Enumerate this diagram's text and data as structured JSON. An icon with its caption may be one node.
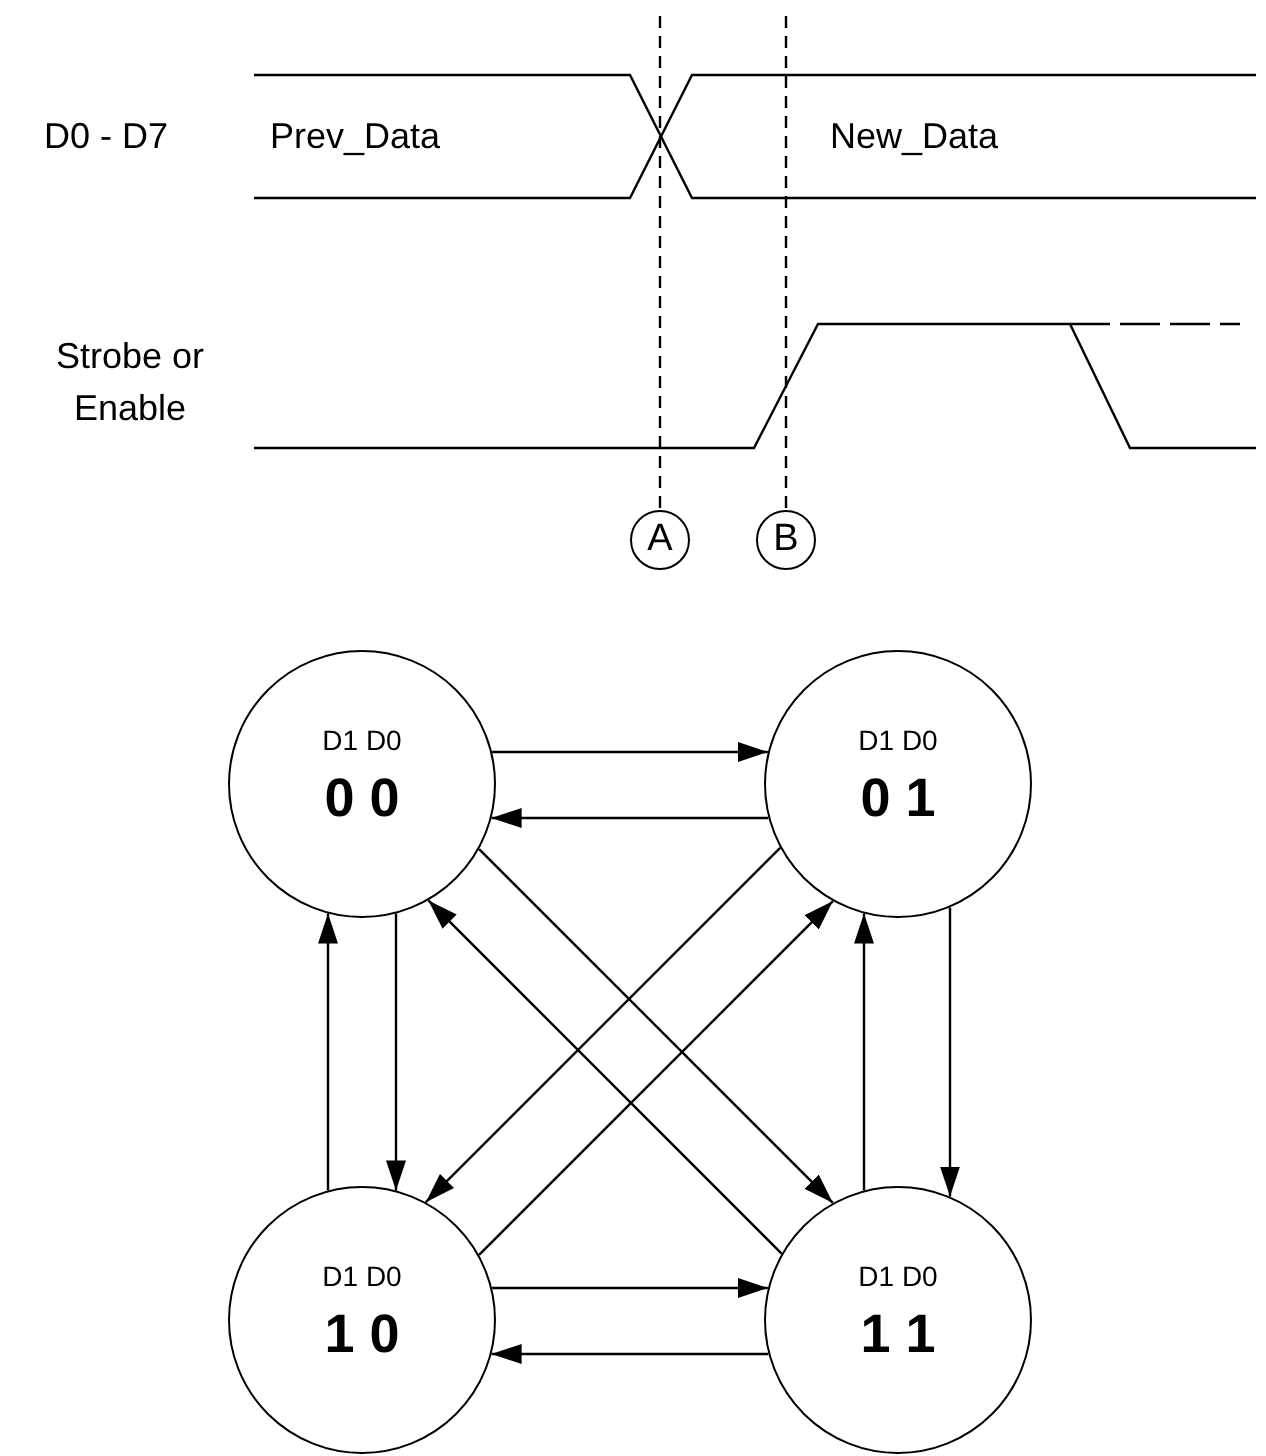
{
  "diagram": {
    "nodes": [
      {
        "text": [
          "A"
        ]
      },
      {
        "text": [
          "B"
        ]
      },
      {
        "text": [
          "D1 D0",
          "0 0"
        ]
      },
      {
        "text": [
          "D1 D0",
          "0 1"
        ]
      },
      {
        "text": [
          "D1 D0",
          "1 0"
        ]
      },
      {
        "text": [
          "D1 D0",
          "1 1"
        ]
      }
    ],
    "edges": [
      {
        "from": null,
        "to": 0,
        "arrow": "none",
        "style": "dashed"
      },
      {
        "from": null,
        "to": 1,
        "arrow": "none",
        "style": "dashed"
      },
      {
        "from": 2,
        "to": 3,
        "arrow": "to"
      },
      {
        "from": 3,
        "to": 2,
        "arrow": "to"
      },
      {
        "from": 2,
        "to": 4,
        "arrow": "to"
      },
      {
        "from": 4,
        "to": 2,
        "arrow": "to"
      },
      {
        "from": 3,
        "to": 5,
        "arrow": "to"
      },
      {
        "from": 5,
        "to": 3,
        "arrow": "to"
      },
      {
        "from": 4,
        "to": 5,
        "arrow": "to"
      },
      {
        "from": 5,
        "to": 4,
        "arrow": "to"
      },
      {
        "from": 2,
        "to": 5,
        "arrow": "to"
      },
      {
        "from": 5,
        "to": 2,
        "arrow": "to"
      },
      {
        "from": 3,
        "to": 4,
        "arrow": "to"
      },
      {
        "from": 4,
        "to": 3,
        "arrow": "to"
      }
    ],
    "labels": [
      "D0 - D7",
      "Prev_Data",
      "New_Data",
      "Strobe or Enable"
    ]
  }
}
